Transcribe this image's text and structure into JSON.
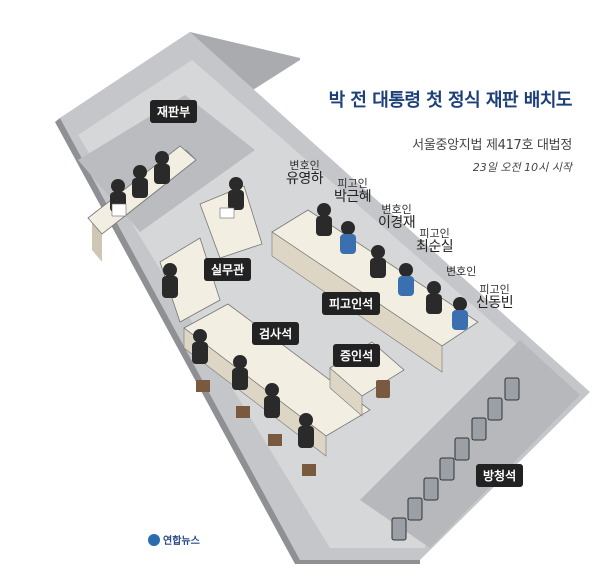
{
  "header": {
    "title": "박 전 대통령 첫 정식 재판 배치도",
    "subtitle": "서울중앙지법 제417호 대법정",
    "time": "23일 오전 10시 시작"
  },
  "zones": {
    "judges": "재판부",
    "clerk": "실무관",
    "defendant_seats": "피고인석",
    "prosecution": "검사석",
    "witness": "증인석",
    "gallery": "방청석"
  },
  "people": [
    {
      "role": "변호인",
      "name": "유영하"
    },
    {
      "role": "피고인",
      "name": "박근혜"
    },
    {
      "role": "변호인",
      "name": "이경재"
    },
    {
      "role": "피고인",
      "name": "최순실"
    },
    {
      "role": "변호인",
      "name": ""
    },
    {
      "role": "피고인",
      "name": "신동빈"
    }
  ],
  "logo": "연합뉴스",
  "colors": {
    "title": "#1d3f7a",
    "floor": "#c9cbcd",
    "wall": "#9a9c9f",
    "desk": "#f1ece1",
    "chair": "#7a5a3e",
    "suit": "#2a2a2a",
    "defendant": "#3a6fb0"
  }
}
